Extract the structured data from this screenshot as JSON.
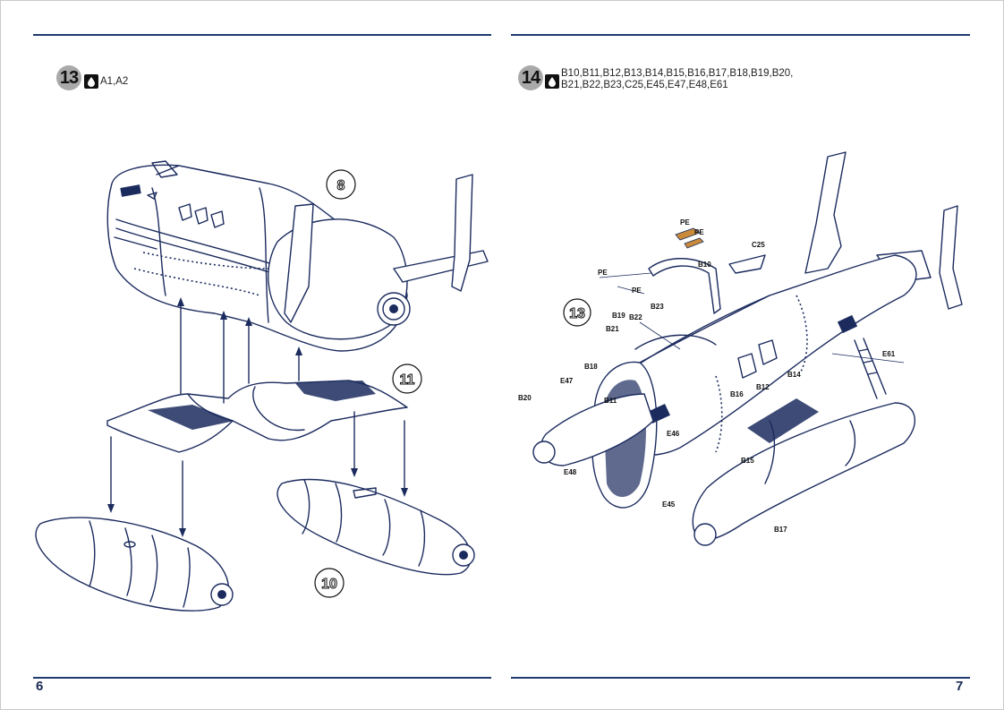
{
  "left_page": {
    "page_number": "6",
    "step": {
      "number": "13",
      "parts": "A1,A2"
    },
    "subassembly_refs": [
      "8",
      "11",
      "10"
    ]
  },
  "right_page": {
    "page_number": "7",
    "step": {
      "number": "14",
      "parts_line1": "B10,B11,B12,B13,B14,B15,B16,B17,B18,B19,B20,",
      "parts_line2": "B21,B22,B23,C25,E45,E47,E48,E61"
    },
    "subassembly_refs": [
      "13"
    ],
    "callouts": [
      "PE",
      "PE",
      "PE",
      "PE",
      "C25",
      "B10",
      "B19",
      "B22",
      "B23",
      "B21",
      "B18",
      "E47",
      "B20",
      "B11",
      "B16",
      "B12",
      "B14",
      "E46",
      "E48",
      "B15",
      "E45",
      "B17",
      "E61"
    ]
  },
  "icons": {
    "glue": "glue-drop-icon"
  },
  "colors": {
    "ink": "#1b2b5e",
    "rule": "#1f3a6e",
    "badge": "#a9a9a9",
    "pe_part": "#c98a3a"
  }
}
